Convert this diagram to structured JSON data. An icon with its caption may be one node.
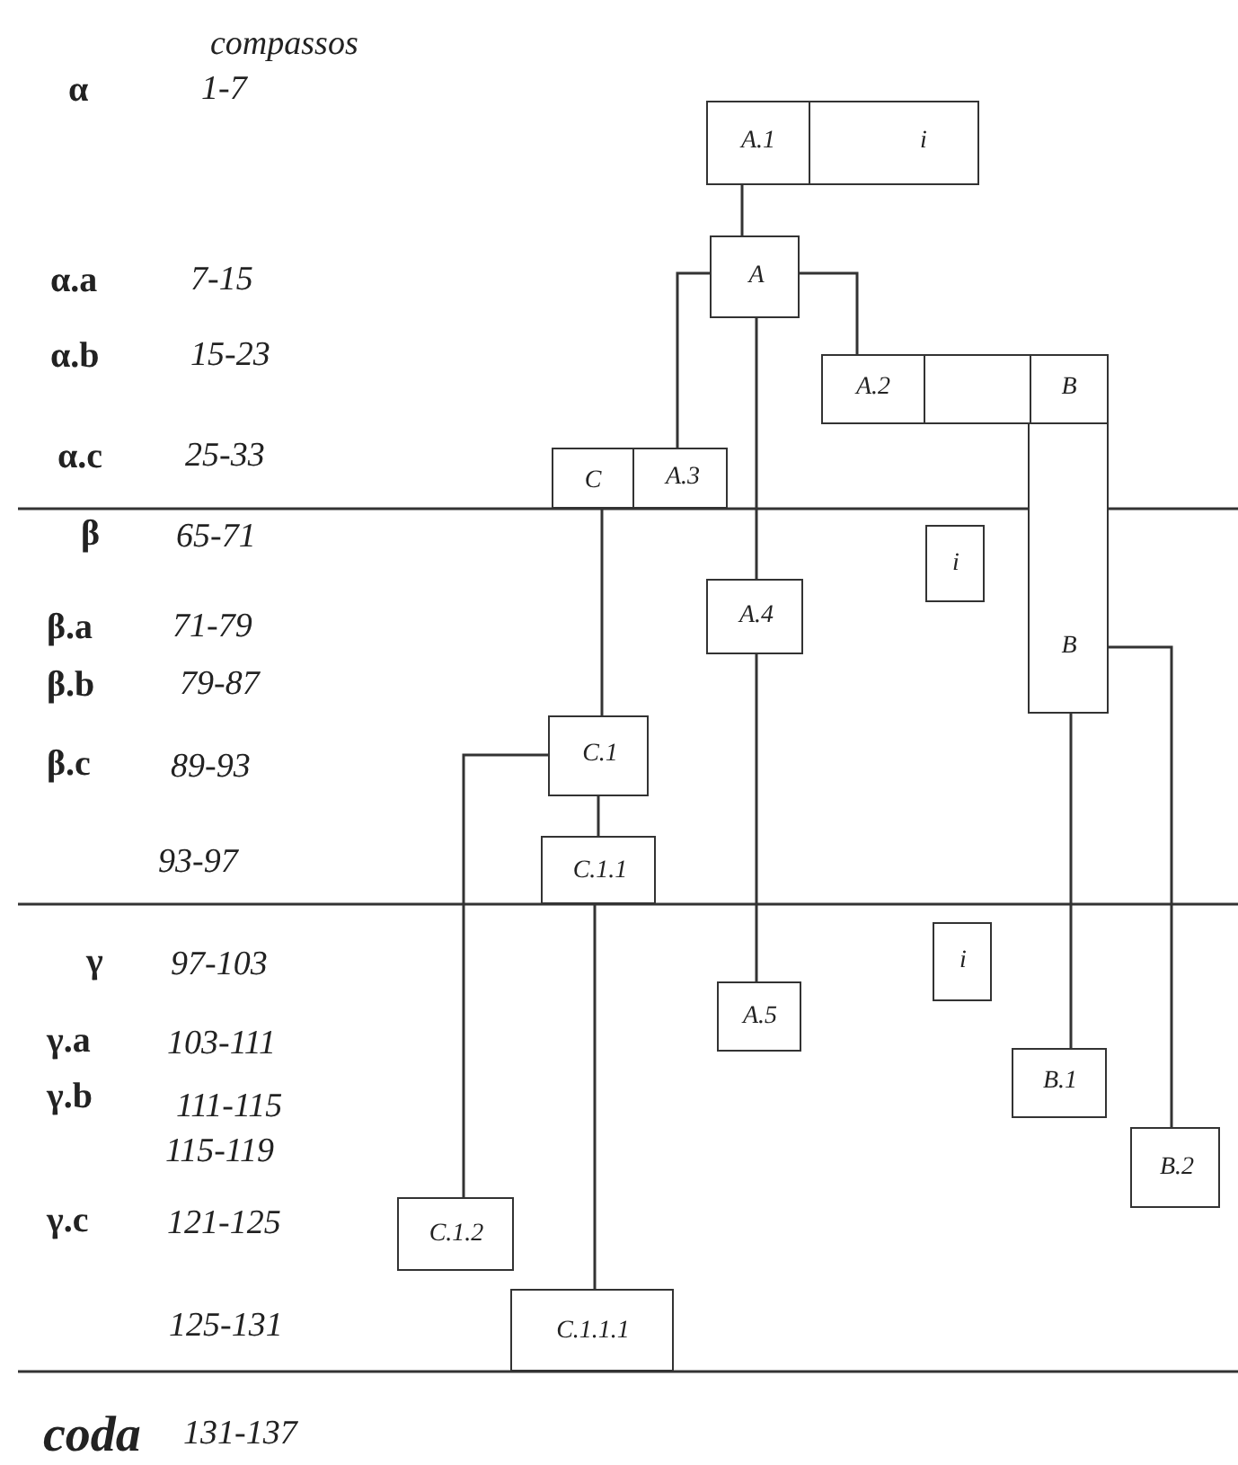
{
  "diagram": {
    "nodes": [
      {
        "text": [
          "A.1",
          "i"
        ]
      },
      {
        "text": [
          "A"
        ]
      },
      {
        "text": [
          "A.2",
          "B"
        ]
      },
      {
        "text": [
          "C",
          "A.3"
        ]
      },
      {
        "text": [
          "B"
        ]
      },
      {
        "text": [
          "i"
        ]
      },
      {
        "text": [
          "A.4"
        ]
      },
      {
        "text": [
          "C.1"
        ]
      },
      {
        "text": [
          "C.1.1"
        ]
      },
      {
        "text": [
          "i"
        ]
      },
      {
        "text": [
          "A.5"
        ]
      },
      {
        "text": [
          "B.1"
        ]
      },
      {
        "text": [
          "B.2"
        ]
      },
      {
        "text": [
          "C.1.2"
        ]
      },
      {
        "text": [
          "C.1.1.1"
        ]
      }
    ],
    "edges": [
      {
        "from": 0,
        "to": 1,
        "arrow": "none"
      },
      {
        "from": 1,
        "to": 3,
        "arrow": "none"
      },
      {
        "from": 1,
        "to": 2,
        "arrow": "none"
      },
      {
        "from": 1,
        "to": 6,
        "arrow": "none"
      },
      {
        "from": 6,
        "to": 10,
        "arrow": "none"
      },
      {
        "from": 3,
        "to": 7,
        "arrow": "none"
      },
      {
        "from": 7,
        "to": 8,
        "arrow": "none"
      },
      {
        "from": 7,
        "to": 13,
        "arrow": "none"
      },
      {
        "from": 8,
        "to": 14,
        "arrow": "none"
      },
      {
        "from": 4,
        "to": 11,
        "arrow": "none"
      },
      {
        "from": 4,
        "to": 12,
        "arrow": "none"
      }
    ],
    "labels": [
      "compassos",
      "α",
      "1-7",
      "α.a",
      "7-15",
      "α.b",
      "15-23",
      "α.c",
      "25-33",
      "β",
      "65-71",
      "β.a",
      "71-79",
      "β.b",
      "79-87",
      "β.c",
      "89-93",
      "93-97",
      "γ",
      "97-103",
      "γ.a",
      "103-111",
      "γ.b",
      "111-115",
      "115-119",
      "γ.c",
      "121-125",
      "125-131",
      "coda",
      "131-137"
    ]
  }
}
